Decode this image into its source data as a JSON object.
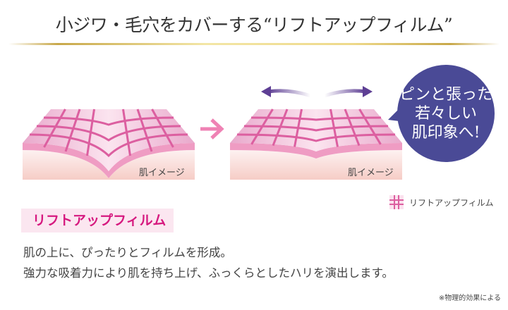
{
  "title": "小ジワ・毛穴をカバーする“リフトアップフィルム”",
  "before": {
    "label": "肌イメージ"
  },
  "after": {
    "label": "肌イメージ"
  },
  "bubble": {
    "lines": [
      "ピンと張った",
      "若々しい",
      "肌印象へ!"
    ]
  },
  "legend": {
    "label": "リフトアップフィルム",
    "icon": "grid-icon"
  },
  "film": {
    "heading": "リフトアップフィルム",
    "lines": [
      "肌の上に、ぴったりとフィルムを形成。",
      "強力な吸着力により肌を持ち上げ、ふっくらとしたハリを演出します。"
    ]
  },
  "note": "※物理的効果による",
  "colors": {
    "accent": "#d6197f",
    "grid": "#dc5fa0",
    "bubble": "#4a4a96",
    "arrow": "#ef82b4",
    "stretch": "#6a4a9c"
  }
}
